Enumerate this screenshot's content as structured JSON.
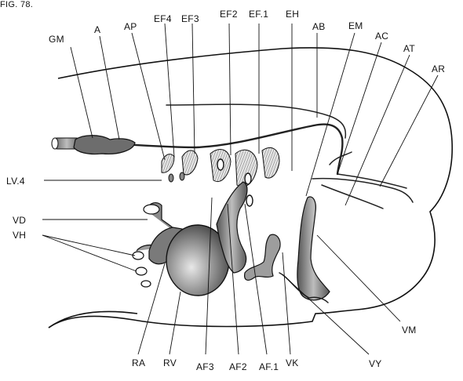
{
  "figure": {
    "caption": "FIG. 78."
  },
  "labels": {
    "GM": "GM",
    "A": "A",
    "AP": "AP",
    "EF4": "EF4",
    "EF3": "EF3",
    "EF2": "EF2",
    "EF1": "EF.1",
    "EH": "EH",
    "AB": "AB",
    "EM": "EM",
    "AC": "AC",
    "AT": "AT",
    "AR": "AR",
    "LV4": "LV.4",
    "VD": "VD",
    "VH": "VH",
    "VM": "VM",
    "VY": "VY",
    "RA": "RA",
    "RV": "RV",
    "AF3": "AF3",
    "AF2": "AF2",
    "AF1": "AF.1",
    "VK": "VK"
  }
}
